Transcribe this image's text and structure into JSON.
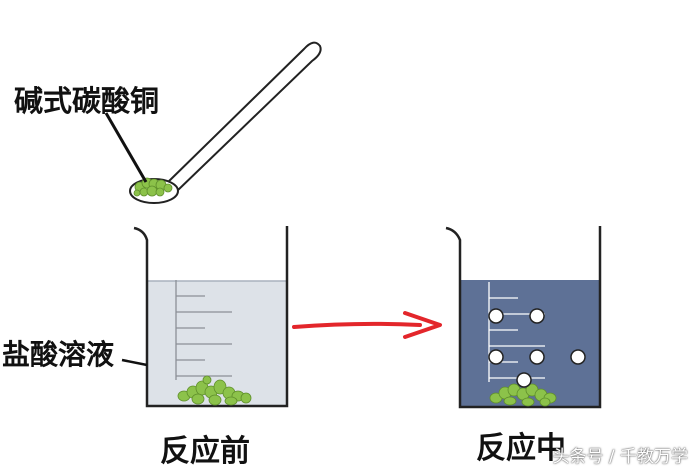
{
  "labels": {
    "spoon_substance": "碱式碳酸铜",
    "solution": "盐酸溶液",
    "before": "反应前",
    "during": "反应中"
  },
  "watermark": "头条号 / 千教万学",
  "colors": {
    "solution_before": "#dde2e8",
    "solution_during": "#5e7196",
    "powder": "#8cc24a",
    "arrow": "#e3262b",
    "bubble_fill": "#ffffff",
    "outline": "#222222"
  }
}
